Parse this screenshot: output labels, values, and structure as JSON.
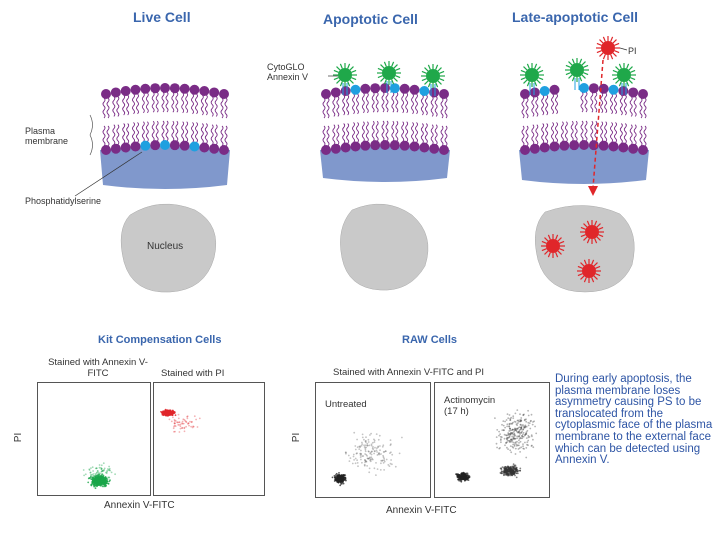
{
  "panels": {
    "live": "Live Cell",
    "apoptotic": "Apoptotic Cell",
    "late": "Late-apoptotic Cell"
  },
  "labels": {
    "plasma_membrane": "Plasma membrane",
    "phosphatidylserine": "Phosphatidylserine",
    "nucleus": "Nucleus",
    "cytoglo": "CytoGLO Annexin V",
    "pi": "PI"
  },
  "kit": {
    "title": "Kit Compensation Cells",
    "stain1": "Stained with Annexin V-FITC",
    "stain2": "Stained with PI",
    "ylabel": "PI",
    "xlabel": "Annexin V-FITC"
  },
  "raw": {
    "title": "RAW Cells",
    "stain": "Stained with Annexin V-FITC and PI",
    "plot1": "Untreated",
    "plot2": "Actinomycin (17 h)",
    "ylabel": "PI",
    "xlabel": "Annexin V-FITC"
  },
  "description": "During early apoptosis, the plasma membrane loses asymmetry causing PS to be translocated from the cytoplasmic face of the plasma membrane to the external face which can be detected using Annexin V.",
  "colors": {
    "title": "#3a66ad",
    "lipid_head": "#7a2c86",
    "ps": "#1fa0e0",
    "annexin": "#1fa84a",
    "pi": "#e0262a",
    "cytoplasm": "#8098cc",
    "nucleus": "#c9c9c9"
  }
}
